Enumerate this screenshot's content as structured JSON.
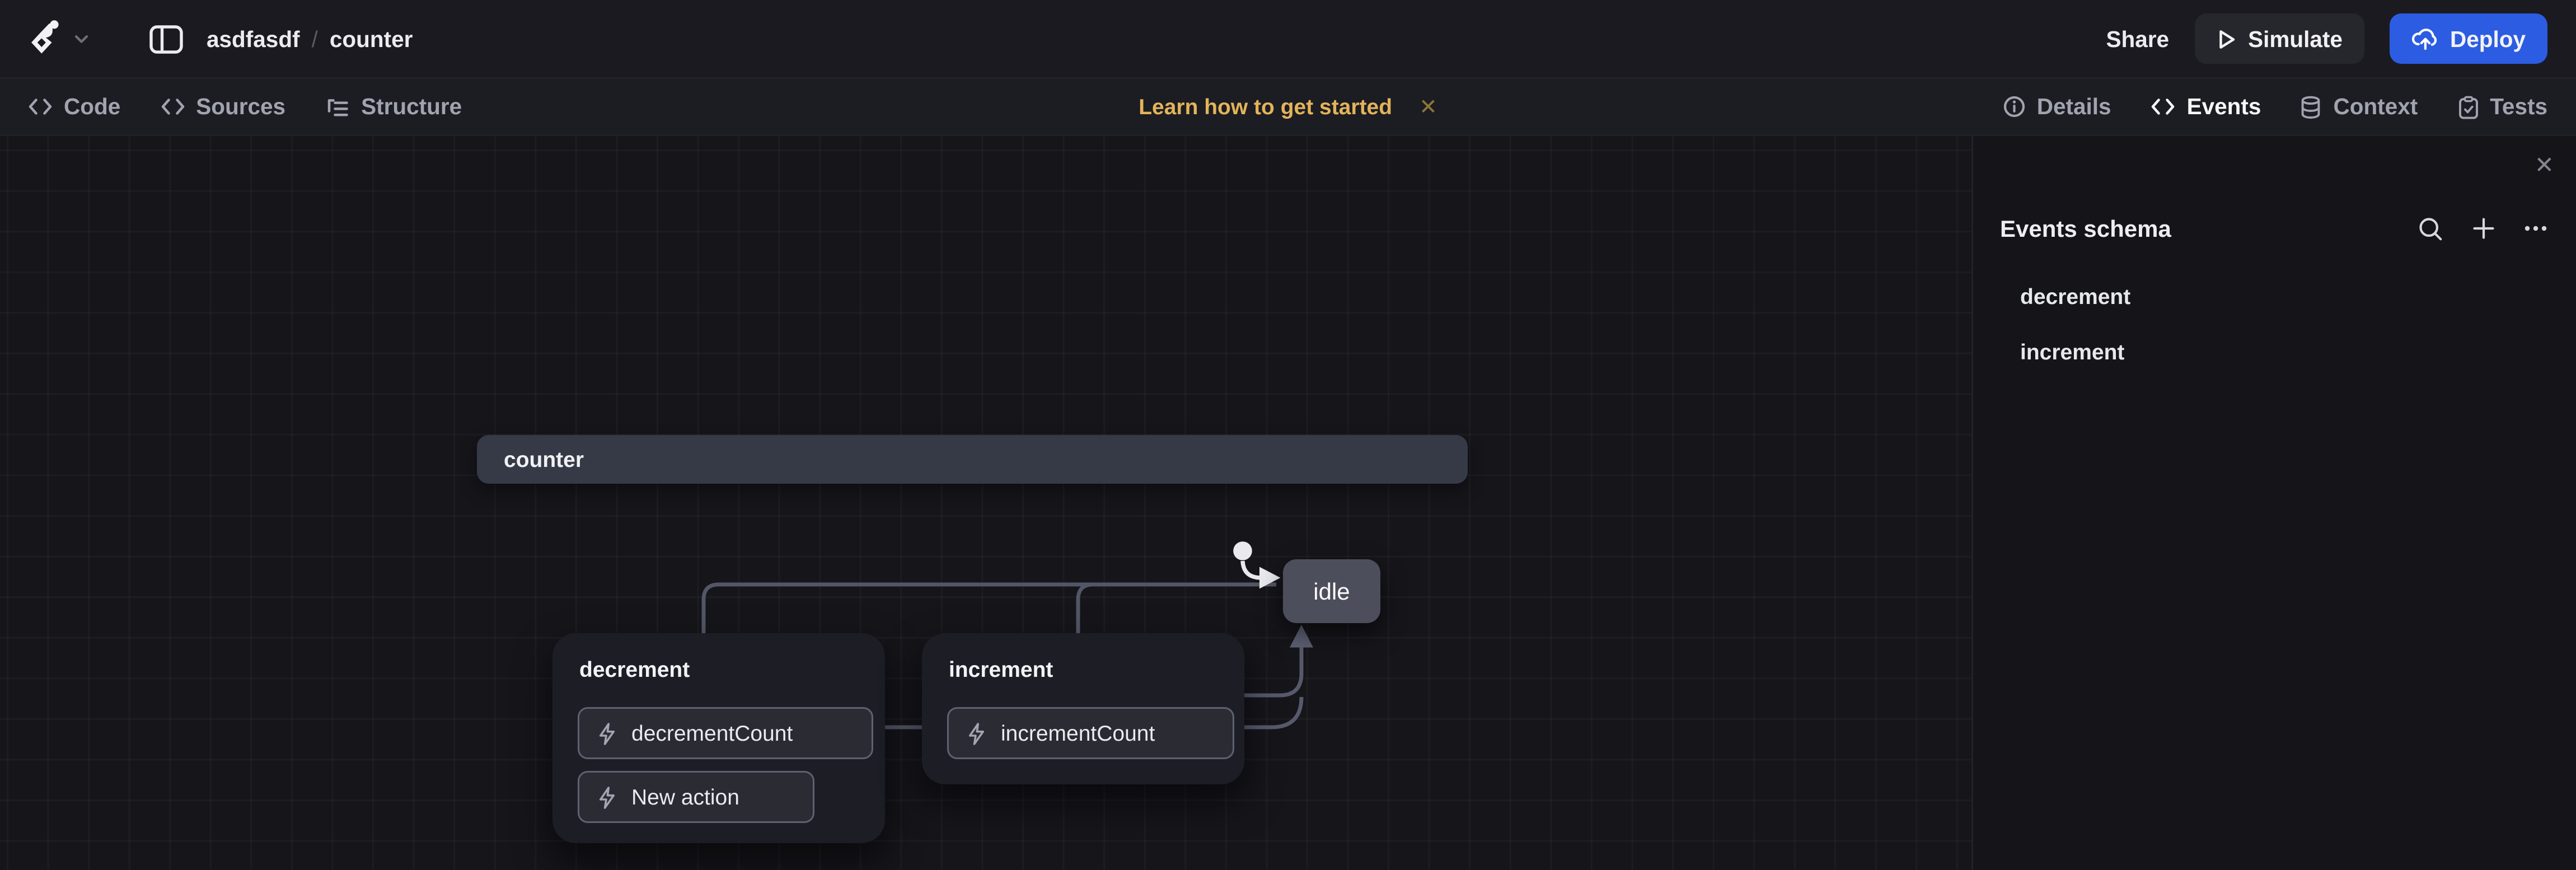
{
  "topbar": {
    "project": "asdfasdf",
    "separator": "/",
    "machine": "counter",
    "share_label": "Share",
    "simulate_label": "Simulate",
    "deploy_label": "Deploy"
  },
  "toolbar": {
    "left_tabs": [
      {
        "label": "Code"
      },
      {
        "label": "Sources"
      },
      {
        "label": "Structure"
      }
    ],
    "banner": {
      "label": "Learn how to get started",
      "close": "✕"
    },
    "right_tabs": [
      {
        "label": "Details",
        "active": false
      },
      {
        "label": "Events",
        "active": true
      },
      {
        "label": "Context",
        "active": false
      },
      {
        "label": "Tests",
        "active": false
      }
    ]
  },
  "panel": {
    "close": "✕",
    "title": "Events schema",
    "events": [
      "decrement",
      "increment"
    ]
  },
  "canvas": {
    "machine_name": "counter",
    "state": "idle",
    "transitions": [
      {
        "event": "decrement",
        "actions": [
          "decrementCount",
          "New action"
        ]
      },
      {
        "event": "increment",
        "actions": [
          "incrementCount"
        ]
      }
    ]
  },
  "colors": {
    "accent_blue": "#2c5ce2",
    "banner_gold": "#e2b45a",
    "edge_gray": "#525666"
  }
}
